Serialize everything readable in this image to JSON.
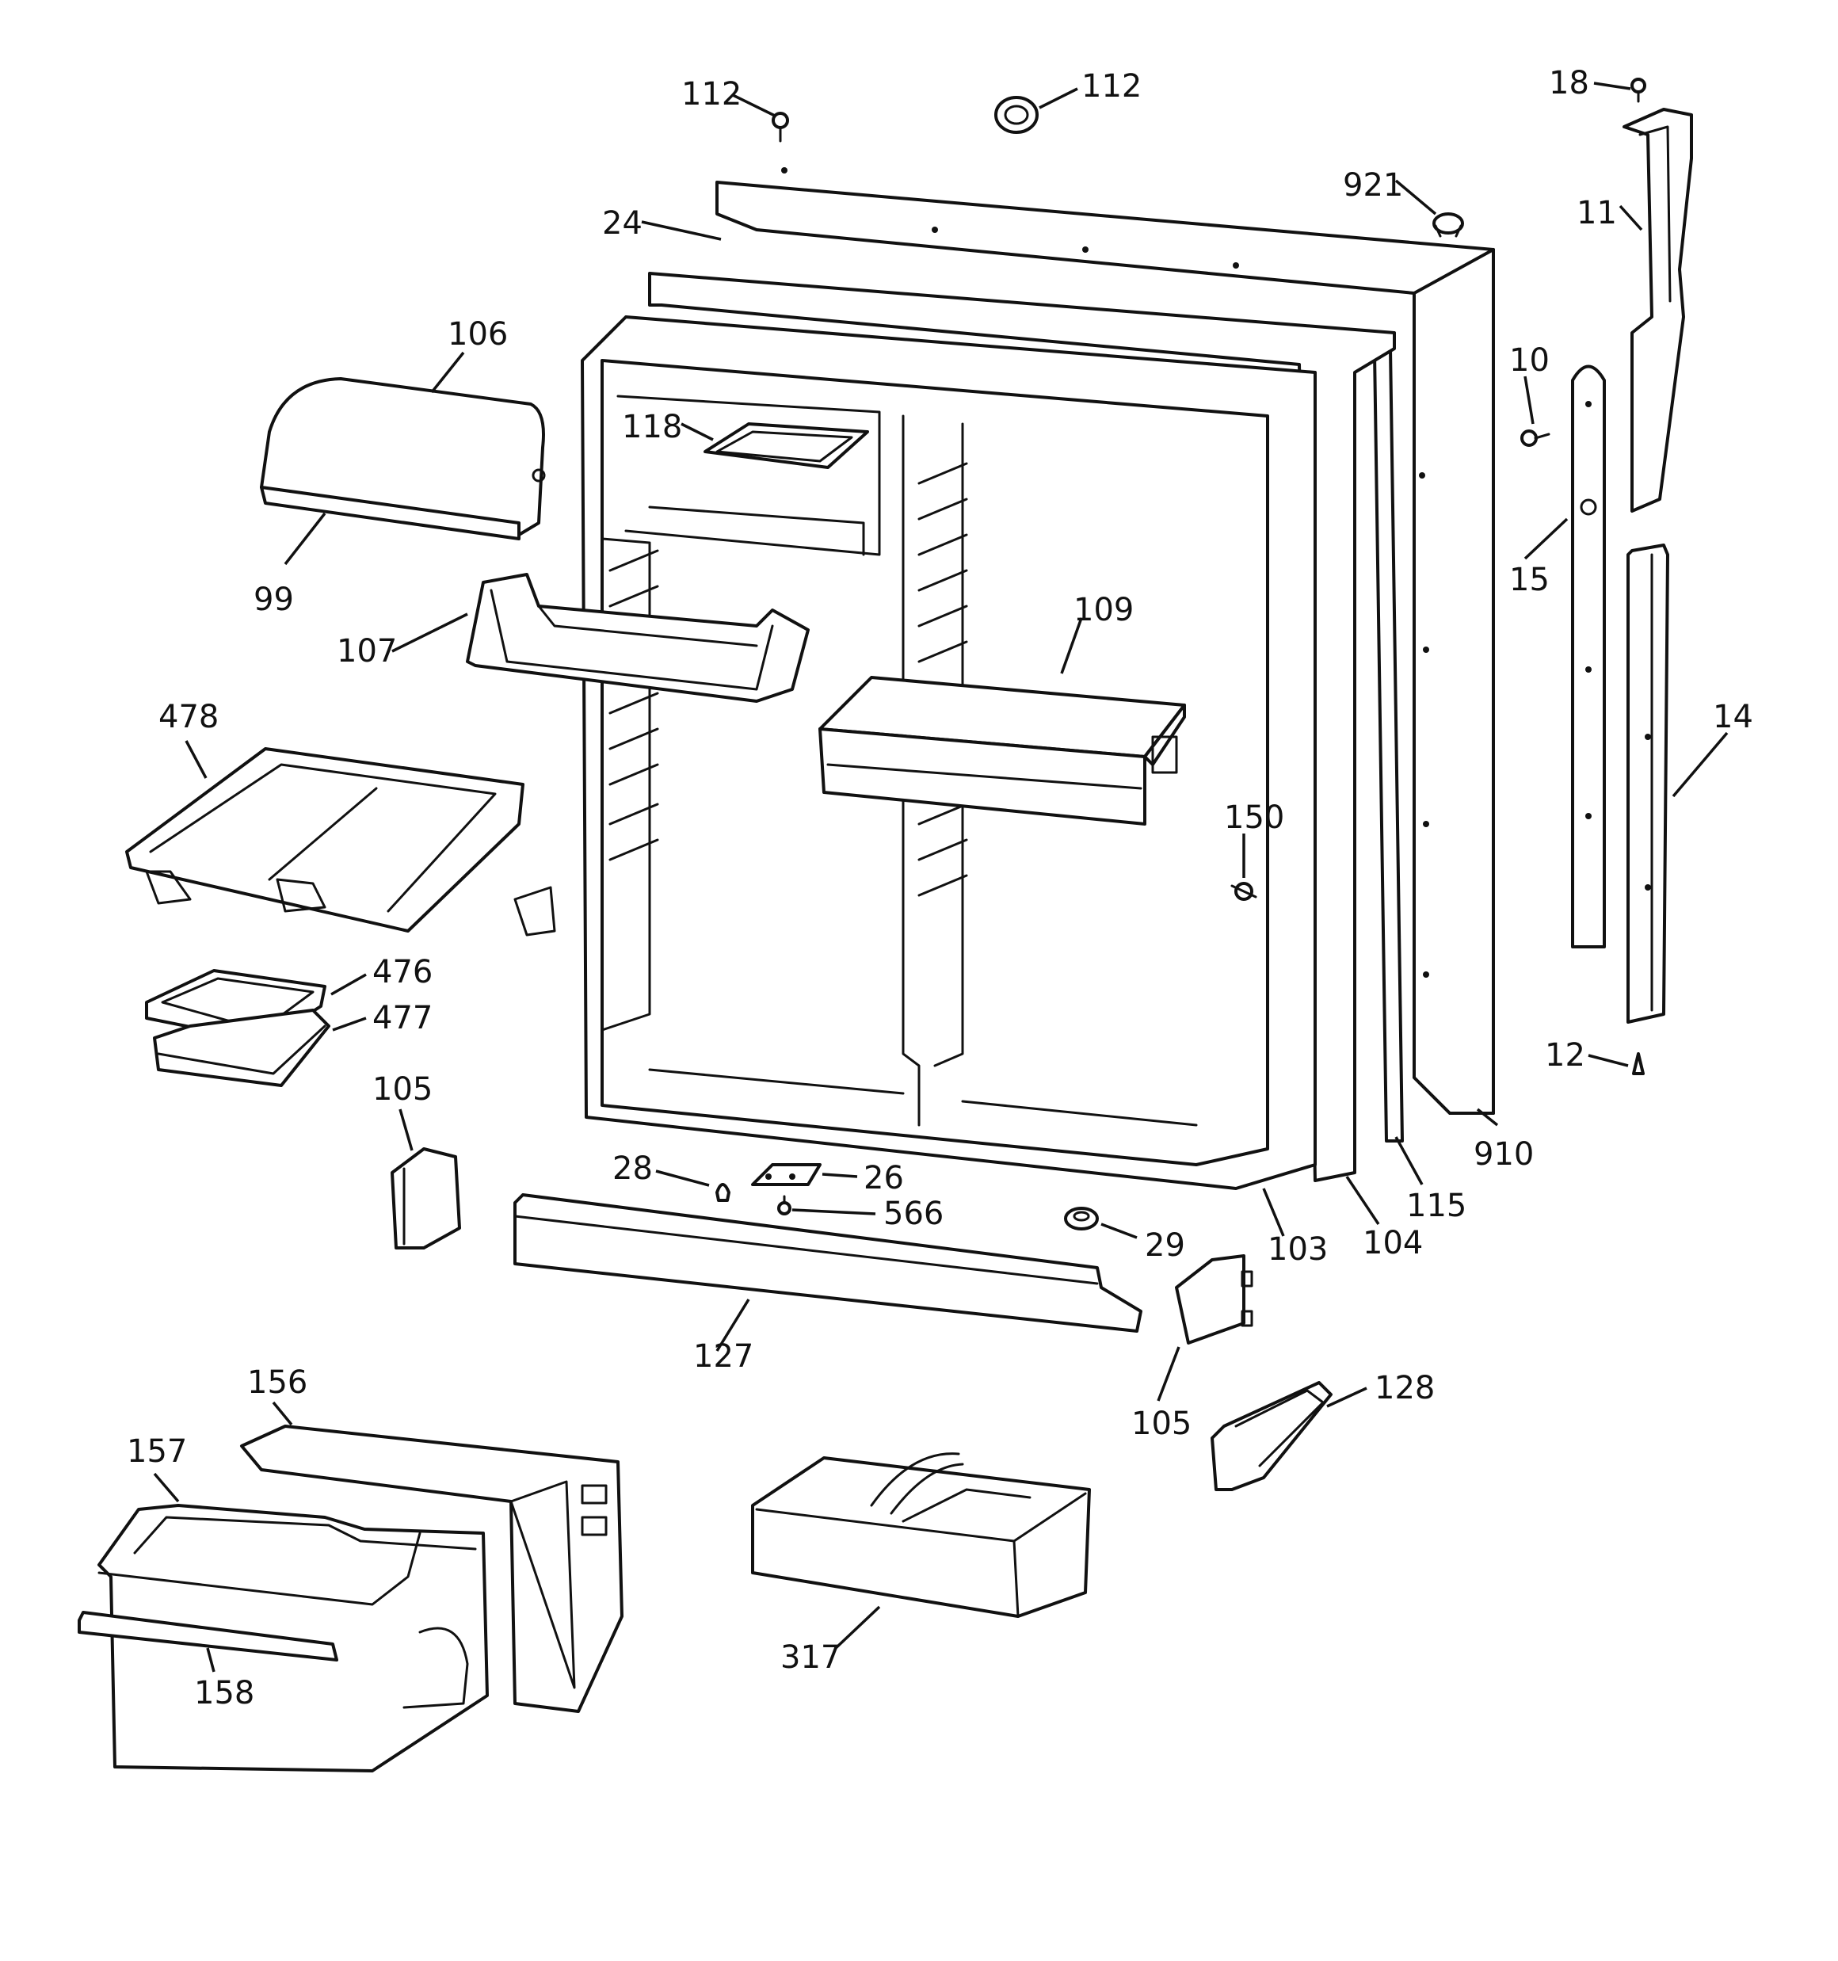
{
  "diagram": {
    "callouts": {
      "c112a": "112",
      "c112b": "112",
      "c18": "18",
      "c921": "921",
      "c24": "24",
      "c11": "11",
      "c106": "106",
      "c10": "10",
      "c118": "118",
      "c99": "99",
      "c15": "15",
      "c109": "109",
      "c107": "107",
      "c478": "478",
      "c14": "14",
      "c150": "150",
      "c476": "476",
      "c477": "477",
      "c105a": "105",
      "c12": "12",
      "c910": "910",
      "c28": "28",
      "c26": "26",
      "c115": "115",
      "c566": "566",
      "c29": "29",
      "c103": "103",
      "c104": "104",
      "c127": "127",
      "c156": "156",
      "c128": "128",
      "c105b": "105",
      "c157": "157",
      "c317": "317",
      "c158": "158"
    },
    "colors": {
      "line": "#111111",
      "background": "#ffffff"
    }
  }
}
